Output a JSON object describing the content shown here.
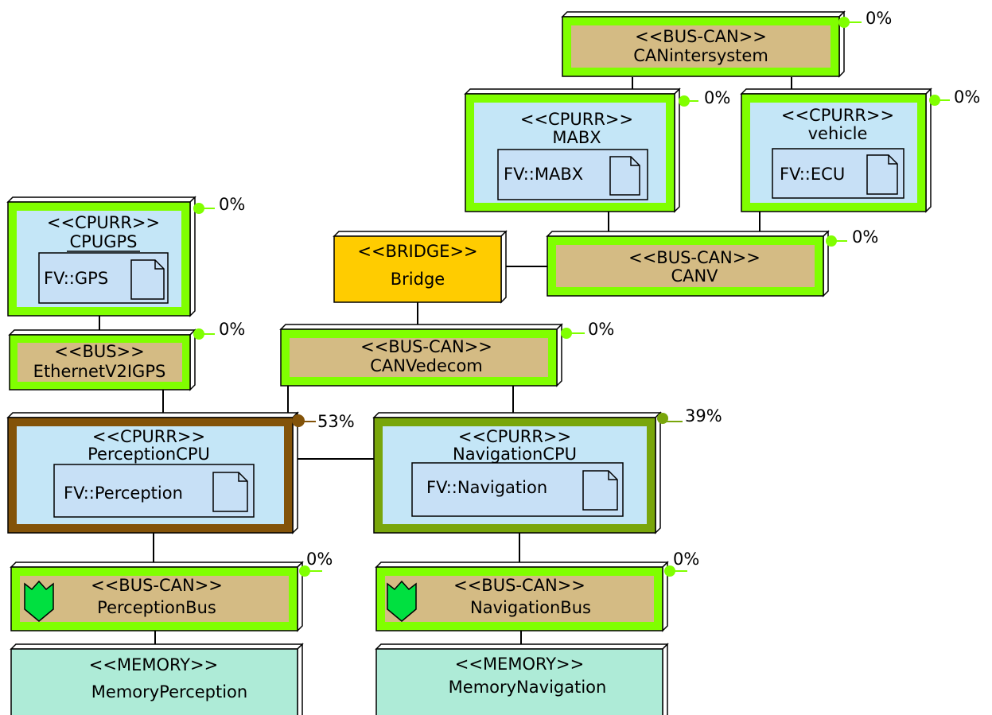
{
  "colors": {
    "green": "#80ff00",
    "cpu_fill": "#c4e6f7",
    "bus_fill": "#d4bb84",
    "bridge_fill": "#ffcc00",
    "memory_fill": "#aeebd7",
    "artifact_fill": "#c7e0f6",
    "perception_border": "#835309",
    "navigation_border": "#79a60b",
    "perception_load": "#835309",
    "navigation_load": "#79a60b",
    "link": "#000000"
  },
  "nodes": {
    "canintersystem": {
      "stereotype": "<<BUS-CAN>>",
      "name": "CANintersystem",
      "load": "0%"
    },
    "mabx": {
      "stereotype": "<<CPURR>>",
      "name": "MABX",
      "artifact": "FV::MABX",
      "load": "0%"
    },
    "vehicle": {
      "stereotype": "<<CPURR>>",
      "name": "vehicle",
      "artifact": "FV::ECU",
      "load": "0%"
    },
    "cpugps": {
      "stereotype": "<<CPURR>>",
      "name": "CPUGPS",
      "artifact": "FV::GPS",
      "load": "0%"
    },
    "bridge": {
      "stereotype": "<<BRIDGE>>",
      "name": "Bridge"
    },
    "canv": {
      "stereotype": "<<BUS-CAN>>",
      "name": "CANV",
      "load": "0%"
    },
    "ethernet": {
      "stereotype": "<<BUS>>",
      "name": "EthernetV2IGPS",
      "load": "0%"
    },
    "canvedecom": {
      "stereotype": "<<BUS-CAN>>",
      "name": "CANVedecom",
      "load": "0%"
    },
    "perceptioncpu": {
      "stereotype": "<<CPURR>>",
      "name": "PerceptionCPU",
      "artifact": "FV::Perception",
      "load": "53%"
    },
    "navigationcpu": {
      "stereotype": "<<CPURR>>",
      "name": "NavigationCPU",
      "artifact": "FV::Navigation",
      "load": "39%"
    },
    "perceptionbus": {
      "stereotype": "<<BUS-CAN>>",
      "name": "PerceptionBus",
      "load": "0%",
      "icon": "shield-icon"
    },
    "navigationbus": {
      "stereotype": "<<BUS-CAN>>",
      "name": "NavigationBus",
      "load": "0%",
      "icon": "shield-icon"
    },
    "memoryperception": {
      "stereotype": "<<MEMORY>>",
      "name": "MemoryPerception"
    },
    "memorynavigation": {
      "stereotype": "<<MEMORY>>",
      "name": "MemoryNavigation"
    }
  }
}
